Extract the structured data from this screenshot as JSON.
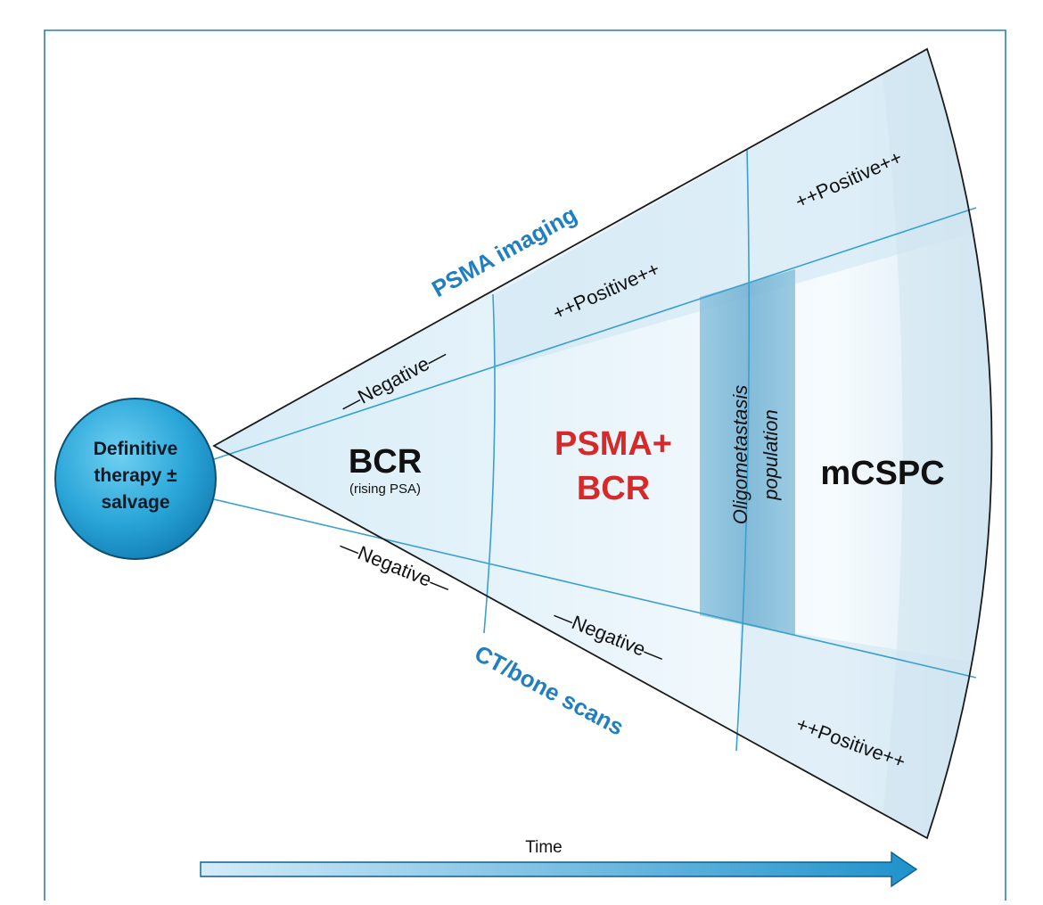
{
  "start_node": {
    "lines": [
      "Definitive",
      "therapy ±",
      "salvage"
    ]
  },
  "imaging": {
    "top_label": "PSMA imaging",
    "bottom_label": "CT/bone scans"
  },
  "stages": {
    "bcr": {
      "title": "BCR",
      "subtitle": "(rising PSA)"
    },
    "psma_bcr": {
      "line1": "PSMA+",
      "line2": "BCR"
    },
    "oligo": {
      "line1": "Oligometastasis",
      "line2": "population"
    },
    "mcspc": {
      "title": "mCSPC"
    }
  },
  "zone_labels": {
    "psma_negative": "—Negative—",
    "psma_positive_1": "++Positive++",
    "psma_positive_2": "++Positive++",
    "ct_negative_1": "—Negative—",
    "ct_negative_2": "—Negative—",
    "ct_positive": "++Positive++"
  },
  "timeline": {
    "label": "Time"
  },
  "colors": {
    "accent_blue": "#1f7fc1",
    "highlight_red": "#d62a2a",
    "circle_fill": "#2aa6d8",
    "cone_light": "#e6f3fa",
    "band_dark": "#7fb9d6"
  }
}
